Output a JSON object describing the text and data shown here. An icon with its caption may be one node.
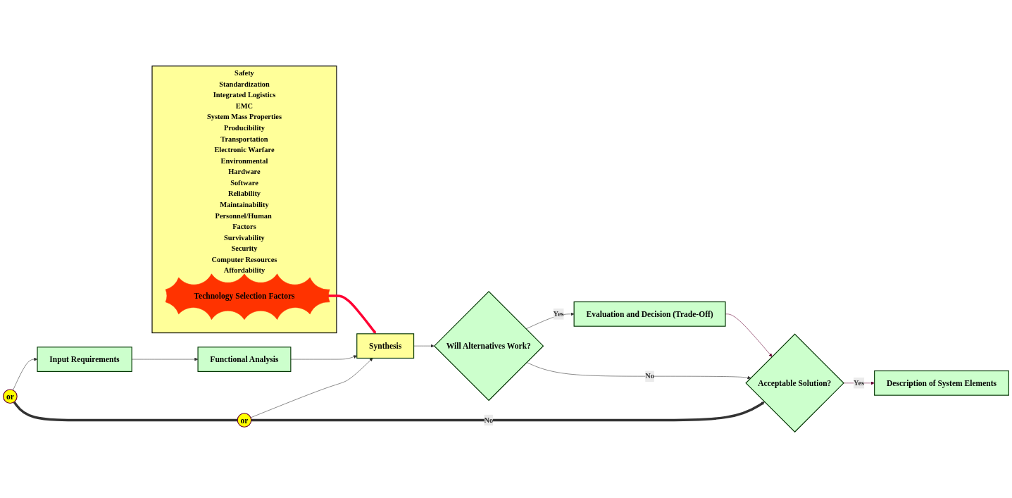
{
  "diagram": {
    "nodes": [
      {
        "text": [
          "Input Requirements"
        ]
      },
      {
        "text": [
          "Functional Analysis"
        ]
      },
      {
        "text": [
          "Synthesis"
        ]
      },
      {
        "text": [
          "Will Alternatives Work?"
        ]
      },
      {
        "text": [
          "Evaluation and Decision (Trade-Off)"
        ]
      },
      {
        "text": [
          "Acceptable Solution?"
        ]
      },
      {
        "text": [
          "Description of System Elements"
        ]
      },
      {
        "text": [
          "or"
        ]
      },
      {
        "text": [
          "or"
        ]
      },
      {
        "text": [
          "Safety",
          "Standardization",
          "Integrated Logistics",
          "EMC",
          "System Mass Properties",
          "Producibility",
          "Transportation",
          "Electronic Warfare",
          "Environmental",
          "Hardware",
          "Software",
          "Reliability",
          "Maintainability",
          "Personnel/Human Factors",
          "Survivability",
          "Security",
          "Computer Resources",
          "Affordability"
        ]
      },
      {
        "text": [
          "Technology Selection Factors"
        ],
        "in": 9
      }
    ],
    "edges": [
      {
        "from": 0,
        "to": 1,
        "arrow": "to"
      },
      {
        "from": 1,
        "to": 2,
        "arrow": "to"
      },
      {
        "from": 2,
        "to": 3,
        "arrow": "to"
      },
      {
        "from": 3,
        "to": 4,
        "arrow": "to",
        "label": "Yes"
      },
      {
        "from": 4,
        "to": 5,
        "arrow": "to",
        "color": "#660033"
      },
      {
        "from": 5,
        "to": 6,
        "arrow": "to",
        "label": "Yes",
        "color": "#660033"
      },
      {
        "from": 7,
        "to": 0,
        "arrow": "to"
      },
      {
        "from": 8,
        "to": 2,
        "arrow": "to"
      },
      {
        "from": 7,
        "to": 8,
        "arrow": "none",
        "style": "thick"
      },
      {
        "from": 8,
        "to": 5,
        "arrow": "to",
        "label": "No",
        "style": "thick"
      },
      {
        "from": 3,
        "to": 5,
        "arrow": "to",
        "label": "No"
      },
      {
        "from": 10,
        "to": 2,
        "arrow": "to",
        "style": "thick",
        "color": "#ff0033"
      }
    ]
  }
}
